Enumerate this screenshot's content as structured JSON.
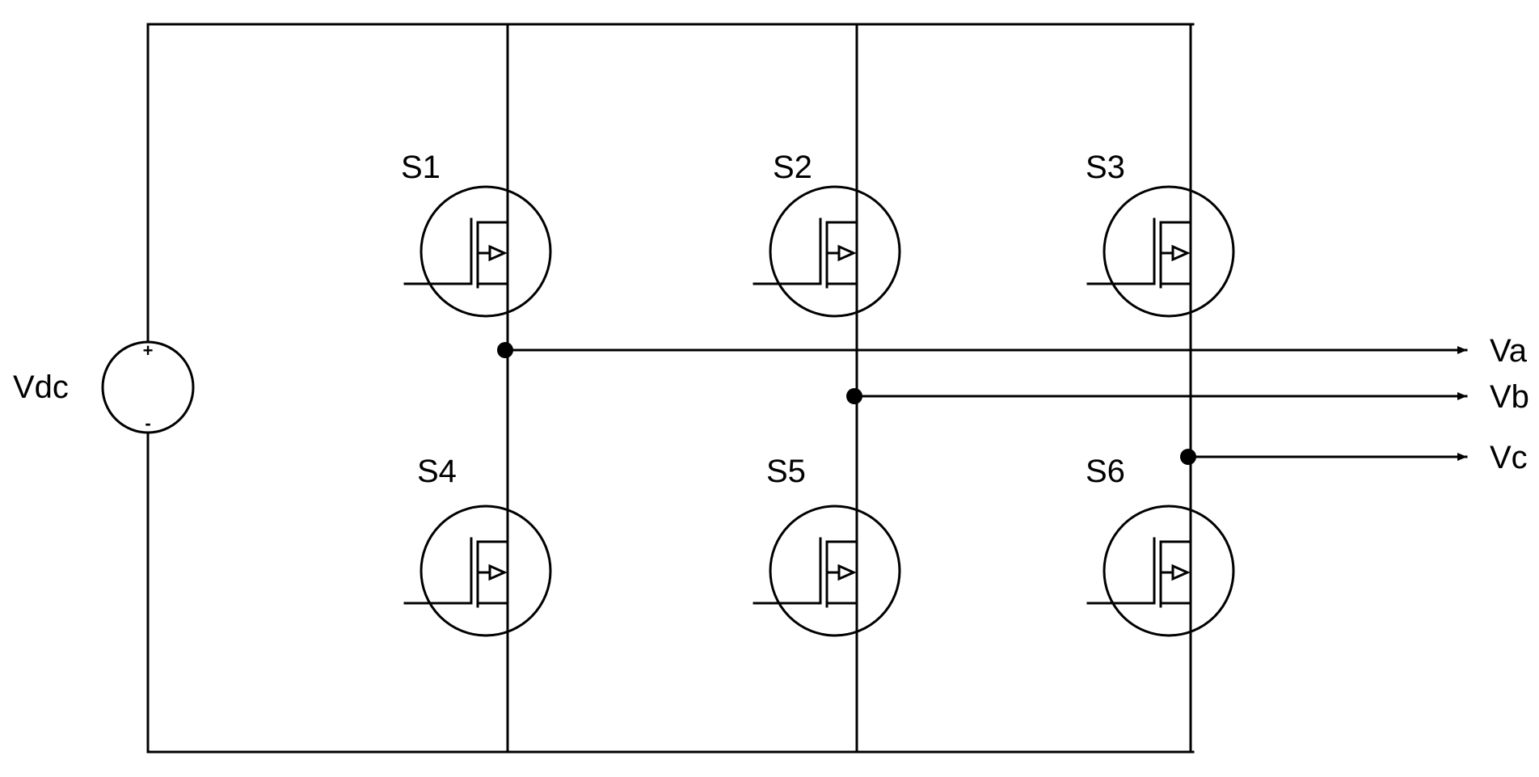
{
  "source": {
    "label": "Vdc",
    "plus": "+",
    "minus": "-"
  },
  "switches": [
    {
      "label": "S1"
    },
    {
      "label": "S2"
    },
    {
      "label": "S3"
    },
    {
      "label": "S4"
    },
    {
      "label": "S5"
    },
    {
      "label": "S6"
    }
  ],
  "outputs": [
    {
      "label": "Va"
    },
    {
      "label": "Vb"
    },
    {
      "label": "Vc"
    }
  ],
  "colors": {
    "line": "#000000",
    "background": "#ffffff"
  }
}
